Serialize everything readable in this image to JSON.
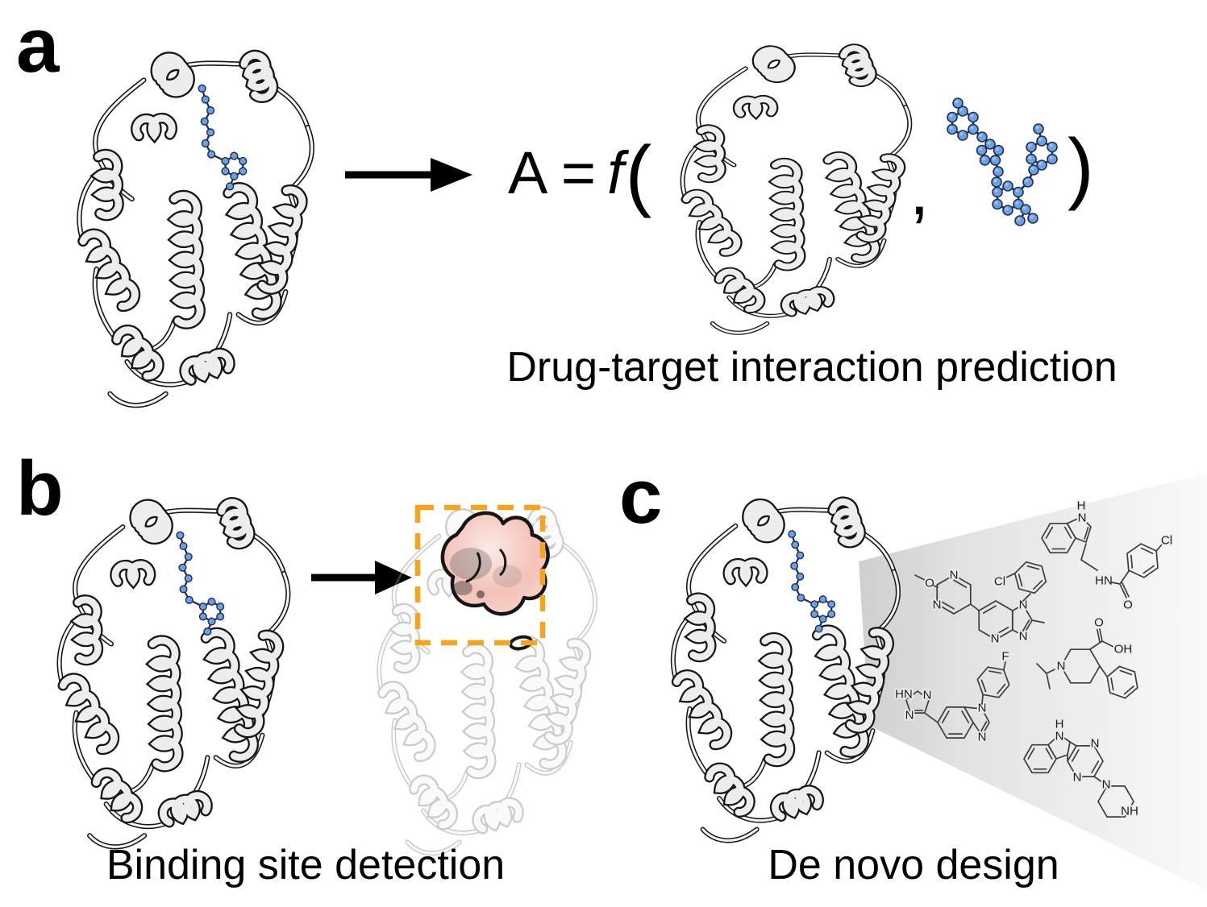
{
  "figure": {
    "panels": [
      {
        "id": "a",
        "label": "a",
        "caption": "Drug-target interaction prediction",
        "formula": {
          "lhs": "A =",
          "function_symbol": "f",
          "open_paren": "(",
          "separator": ",",
          "close_paren": ")"
        }
      },
      {
        "id": "b",
        "label": "b",
        "caption": "Binding site detection"
      },
      {
        "id": "c",
        "label": "c",
        "caption": "De novo design",
        "molecules": [
          {
            "name": "indole-ethyl-4-chlorobenzamide",
            "atom_labels": [
              "H",
              "N",
              "HN",
              "O",
              "Cl"
            ]
          },
          {
            "name": "methoxypyrimidinyl-chlorophenyl-methyl-imidazopyridine",
            "atom_labels": [
              "O",
              "N",
              "N",
              "N",
              "N",
              "N",
              "Cl"
            ]
          },
          {
            "name": "isopropyl-phenyl-piperidine-carboxylic-acid",
            "atom_labels": [
              "N",
              "O",
              "OH"
            ]
          },
          {
            "name": "triazolyl-fluorophenyl-benzimidazole",
            "atom_labels": [
              "HN",
              "N",
              "N",
              "N",
              "N",
              "F"
            ]
          },
          {
            "name": "pyrazinoindolyl-piperazine",
            "atom_labels": [
              "H",
              "N",
              "N",
              "N",
              "N",
              "NH"
            ]
          }
        ]
      }
    ],
    "colors": {
      "ligand_blue": "#6ba0e8",
      "ligand_highlight": "#9cc2f0",
      "ligand_outline": "#22304a",
      "ribbon_outline": "#161616",
      "ribbon_fill": "#ededed",
      "binding_box_orange": "#F6A41E",
      "binding_site_pink": "#F4C2B8",
      "beam_gray": "#cfcfcf",
      "text_black": "#000000"
    }
  }
}
